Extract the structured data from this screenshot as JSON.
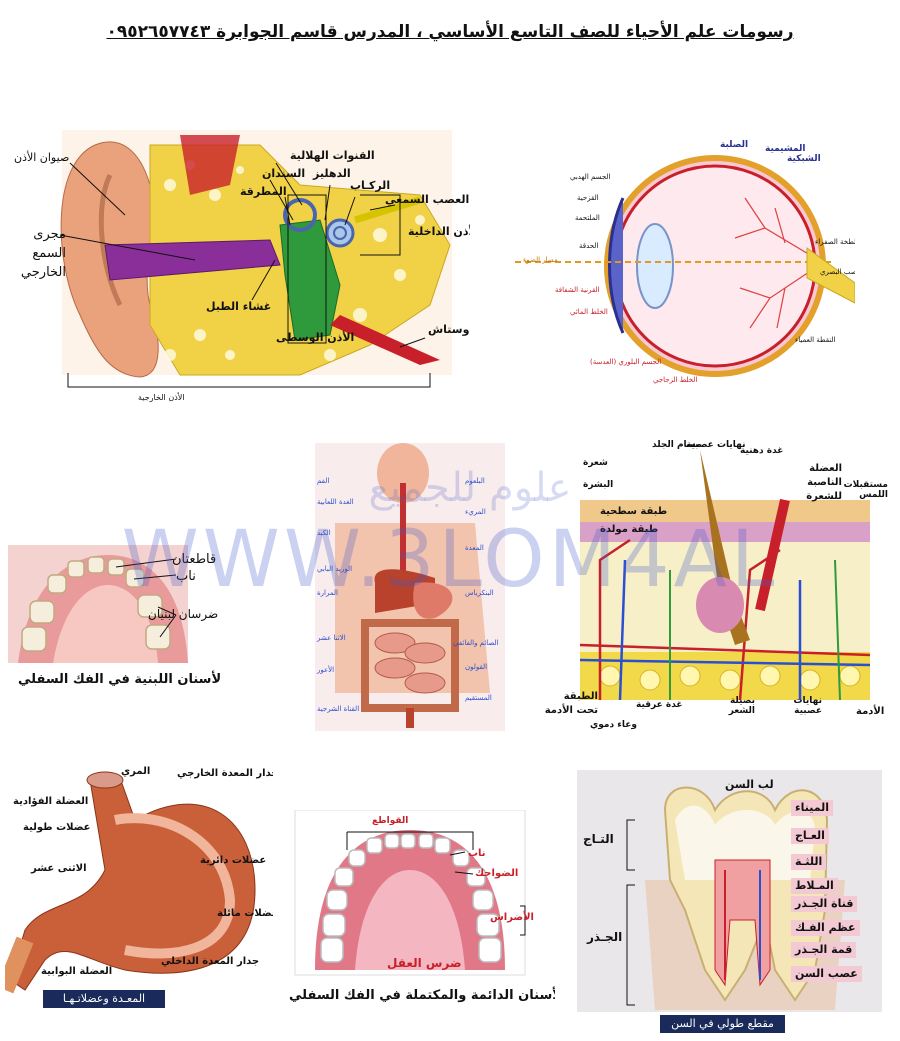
{
  "header": {
    "title": "رسومات علم الأحياء للصف التاسع الأساسي ، المدرس قاسم الجوابرة ٠٩٥٢٦٥٧٧٤٣"
  },
  "watermark": {
    "latin": "WWW.3LOM4AL",
    "arabic": "علوم للجميع"
  },
  "ear": {
    "labels": {
      "pinna": "صيوان الأذن",
      "canal": "مجرى السمع الخارجي",
      "semicircular": "القنوات الهلالية",
      "anvil": "السندان",
      "vestibule": "الدهليز",
      "hammer": "المطرقة",
      "stirrup": "الركـاب",
      "nerve": "العصب السمعي",
      "inner": "الأذن الداخلية",
      "drum": "غشاء الطبل",
      "middle": "الأذن الوسطى",
      "eustachian": "نفير أوستاش",
      "outer": "الأذن الخارجية"
    }
  },
  "eye": {
    "labels": {
      "sclera": "الصلبة",
      "choroid": "المشيمية",
      "retina": "الشبكية",
      "ciliary": "الجسم الهدبي",
      "iris": "القزحية",
      "conjunctiva": "الملتحمة",
      "pupil": "الحدقة",
      "light": "مسار الضوء",
      "cornea": "القرنية الشفافة",
      "aqueous": "الخلط المائي",
      "lens": "الجسم البلوري (العدسة)",
      "vitreous": "الخلط الزجاجي",
      "yellow": "اللطخة الصفراء",
      "optic": "العصب البصري",
      "blind": "النقطة العمياء"
    }
  },
  "baby_teeth": {
    "labels": {
      "incisors": "قاطعتان",
      "canine": "ناب",
      "molars": "ضرسان لبنيان"
    },
    "caption": "الأسنان اللبنية في الفك السفلي"
  },
  "digestive": {
    "labels": {
      "mouth": "الفم",
      "salivary": "الغدة اللعابية",
      "pharynx": "البلعوم",
      "esophagus": "المريء",
      "liver": "الكبد",
      "portal": "الوريد البابي",
      "stomach": "المعدة",
      "gallbladder": "المرارة",
      "pancreas": "البنكرياس",
      "duodenum": "الاثنا عشر",
      "ileum": "الصائم والفائفي",
      "colon": "القولون",
      "appendix": "الأعور",
      "rectum": "المستقيم",
      "anal": "القناة الشرجية"
    }
  },
  "skin": {
    "labels": {
      "pores": "مسام الجلد",
      "hair": "شعرة",
      "nerve_end": "نهايات عصبية",
      "fat_gland": "غدة دهنية",
      "muscle": "العضلة الناصبة للشعرة",
      "receptors": "مستقبلات اللمس",
      "epidermis": "البشرة",
      "horny": "طبقة سطحية",
      "germ": "طبقة مولدة",
      "dermis": "الأدمة",
      "hypodermis": "الطبقة تحت الأدمة",
      "sweat": "غدة عرقية",
      "vessel": "وعاء دموي",
      "bulb": "بصيلة الشعر",
      "nerve_end2": "نهايات عصبية"
    }
  },
  "stomach": {
    "labels": {
      "esophagus": "المري",
      "outer_wall": "جدار المعدة الخارجي",
      "cardiac": "العضلة الفؤادية",
      "longitudinal": "عضلات طولية",
      "circular": "عضلات دائرية",
      "duodenum": "الاثنى عشر",
      "oblique": "عضلات مائلة",
      "inner_wall": "جدار المعدة الداخلي",
      "pyloric": "العضلة البوابية"
    },
    "caption": "المعـدة وعضلاتـهـا"
  },
  "perm_teeth": {
    "labels": {
      "incisors": "القواطع",
      "canine": "ناب",
      "premolars": "الضواحك",
      "molars": "الأضراس",
      "wisdom": "ضرس العقل"
    },
    "caption": "الأسنان الدائمة والمكتملة في الفك السفلي"
  },
  "tooth": {
    "labels": {
      "pulp": "لب السن",
      "enamel": "الميناء",
      "dentine": "العـاج",
      "gum": "اللثـة",
      "cement": "المـلاط",
      "canal": "قناة الجـذر",
      "bone": "عظم الفـك",
      "apex": "قمة الجـذر",
      "nerve": "عصب السن",
      "crown": "التـاج",
      "root": "الجـذر"
    },
    "caption": "مقطع طولي في السن"
  },
  "colors": {
    "blood_red": "#c8202a",
    "vein_blue": "#2a4fd0",
    "skin_pink": "#f0b59a",
    "fat_yellow": "#f2d94a"
  }
}
